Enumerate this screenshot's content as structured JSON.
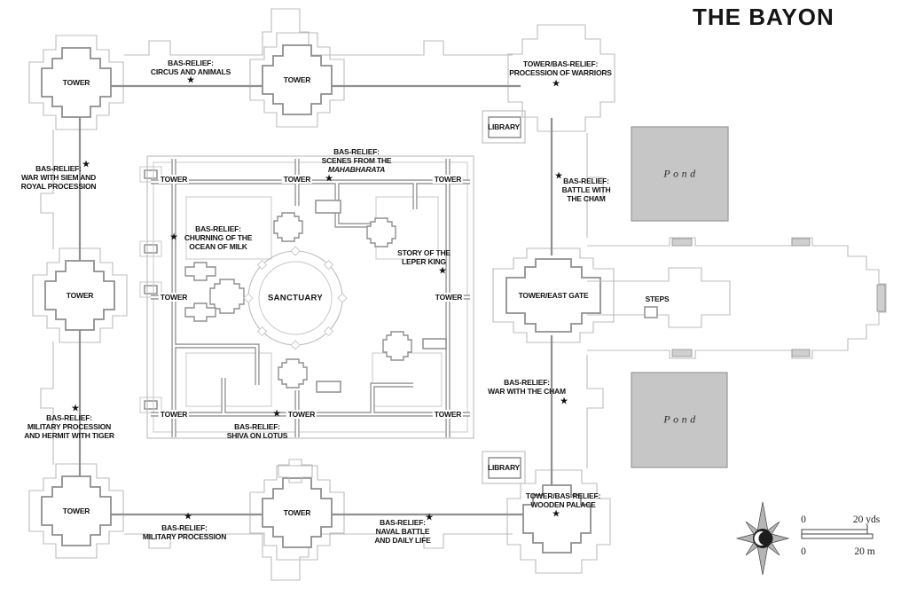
{
  "title": "THE BAYON",
  "labels": {
    "tower": "TOWER",
    "library": "LIBRARY",
    "sanctuary": "SANCTUARY",
    "east_gate": "TOWER/EAST GATE",
    "steps": "STEPS",
    "pond": "Pond",
    "circus": "BAS-RELIEF:\nCIRCUS AND ANIMALS",
    "procession_warriors": "TOWER/BAS-RELIEF:\nPROCESSION OF WARRIORS",
    "mahabharata_head": "BAS-RELIEF:\nSCENES FROM THE",
    "mahabharata_title": "MAHABHARATA",
    "war_siem": "BAS-RELIEF:\nWAR WITH SIEM AND\nROYAL PROCESSION",
    "battle_cham": "BAS-RELIEF:\nBATTLE WITH\nTHE CHAM",
    "churning": "BAS-RELIEF:\nCHURNING OF THE\nOCEAN OF MILK",
    "leper_king": "STORY OF THE\nLEPER KING",
    "war_cham": "BAS-RELIEF:\nWAR WITH THE CHAM",
    "military_tiger": "BAS-RELIEF:\nMILITARY PROCESSION\nAND HERMIT WITH TIGER",
    "shiva": "BAS-RELIEF:\nSHIVA ON LOTUS",
    "wooden_palace": "TOWER/BAS-RELIEF:\nWOODEN PALACE",
    "military_procession": "BAS-RELIEF:\nMILITARY PROCESSION",
    "naval": "BAS-RELIEF:\nNAVAL BATTLE\nAND DAILY LIFE"
  },
  "star_glyph": "★",
  "scale": {
    "zero_top": "0",
    "top_unit": "20 yds",
    "zero_bottom": "0",
    "bottom_unit": "20 m"
  },
  "colors": {
    "outline_light": "#bcbcbc",
    "wall_gray": "#8f8f8f",
    "pond_fill": "#c6c6c6",
    "text": "#141414"
  }
}
